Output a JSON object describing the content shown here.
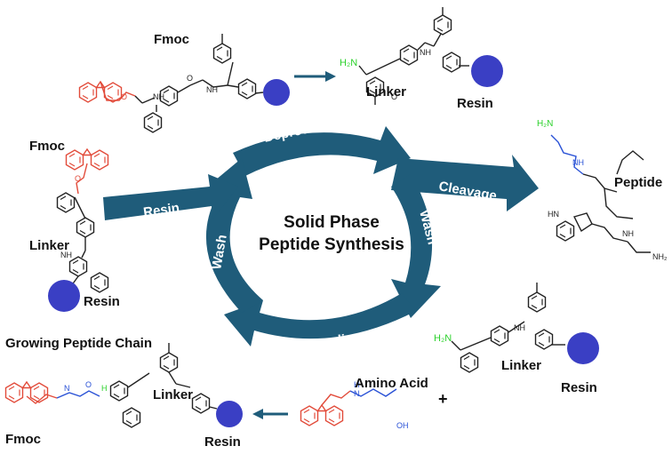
{
  "diagram": {
    "title_line1": "Solid Phase",
    "title_line2": "Peptide Synthesis",
    "steps": {
      "deprotection": "Deprotection",
      "cleavage": "Cleavage",
      "wash_right": "Wash",
      "coupling": "Coupling",
      "wash_left": "Wash",
      "resin": "Resin"
    },
    "labels": {
      "fmoc_top": "Fmoc",
      "linker_top": "Linker",
      "resin_top": "Resin",
      "fmoc_left": "Fmoc",
      "linker_left": "Linker",
      "resin_left": "Resin",
      "peptide": "Peptide",
      "linker_right": "Linker",
      "resin_right": "Resin",
      "amino_acid": "Amino Acid",
      "plus": "+",
      "growing_chain": "Growing Peptide Chain",
      "fmoc_bottom": "Fmoc",
      "linker_bottom": "Linker",
      "resin_bottom": "Resin"
    },
    "atoms": {
      "h2n": "H₂N",
      "nh": "NH",
      "n": "N",
      "o": "O",
      "h": "H",
      "hn": "HN",
      "nh2": "NH₂",
      "oh": "OH"
    },
    "colors": {
      "cycle_arrow": "#1f5c7a",
      "resin_bead": "#3a3fc4",
      "fmoc_red": "#e24b3a",
      "amine_green": "#2bd12b",
      "glycine_blue": "#2a52d6",
      "bond_black": "#222222"
    }
  }
}
